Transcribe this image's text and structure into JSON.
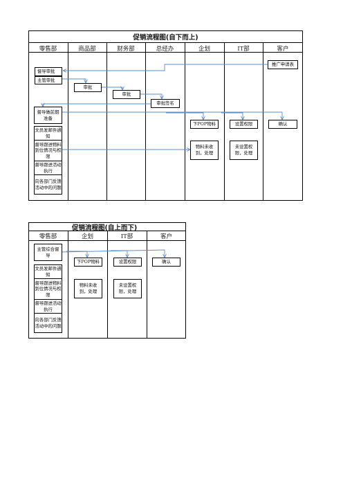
{
  "diagram1": {
    "title": "促销流程图(自下而上)",
    "columns": [
      "零售部",
      "商品部",
      "财务部",
      "总经办",
      "企划",
      "IT部",
      "客户"
    ],
    "boxes": {
      "customer_request": "推广申请表",
      "supervisor_approve": "督导审批",
      "manager_approve": "主管审批",
      "merch_approve": "审批",
      "finance_approve": "审批",
      "gm_sign": "审批签名",
      "supervisor_prepare": "督导做前期准备",
      "pop": "下POP物料",
      "permission": "设置权限",
      "confirm": "确认",
      "material_status": "物料未收到，处理",
      "permission_status": "未设置权限，处理"
    },
    "stack": [
      "文员发邮件通知",
      "督导跟进物料到位情况与权限",
      "督导跟进活动执行",
      "向各部门反馈活动中的问题"
    ]
  },
  "diagram2": {
    "title": "促销流程图(自上而下)",
    "columns": [
      "零售部",
      "企划",
      "IT部",
      "客户"
    ],
    "boxes": {
      "supervisor_meeting": "主管综合督导",
      "pop": "下POP物料",
      "permission": "设置权限",
      "confirm": "确认",
      "material_status": "物料未收到，处理",
      "permission_status": "未设置权限，处理"
    },
    "stack": [
      "文员发邮件通知",
      "督导跟进物料到位情况与权限",
      "督导跟进活动执行",
      "向各部门反馈活动中的问题"
    ]
  },
  "colors": {
    "arrow": "#5b8ec9",
    "line": "#000000"
  }
}
